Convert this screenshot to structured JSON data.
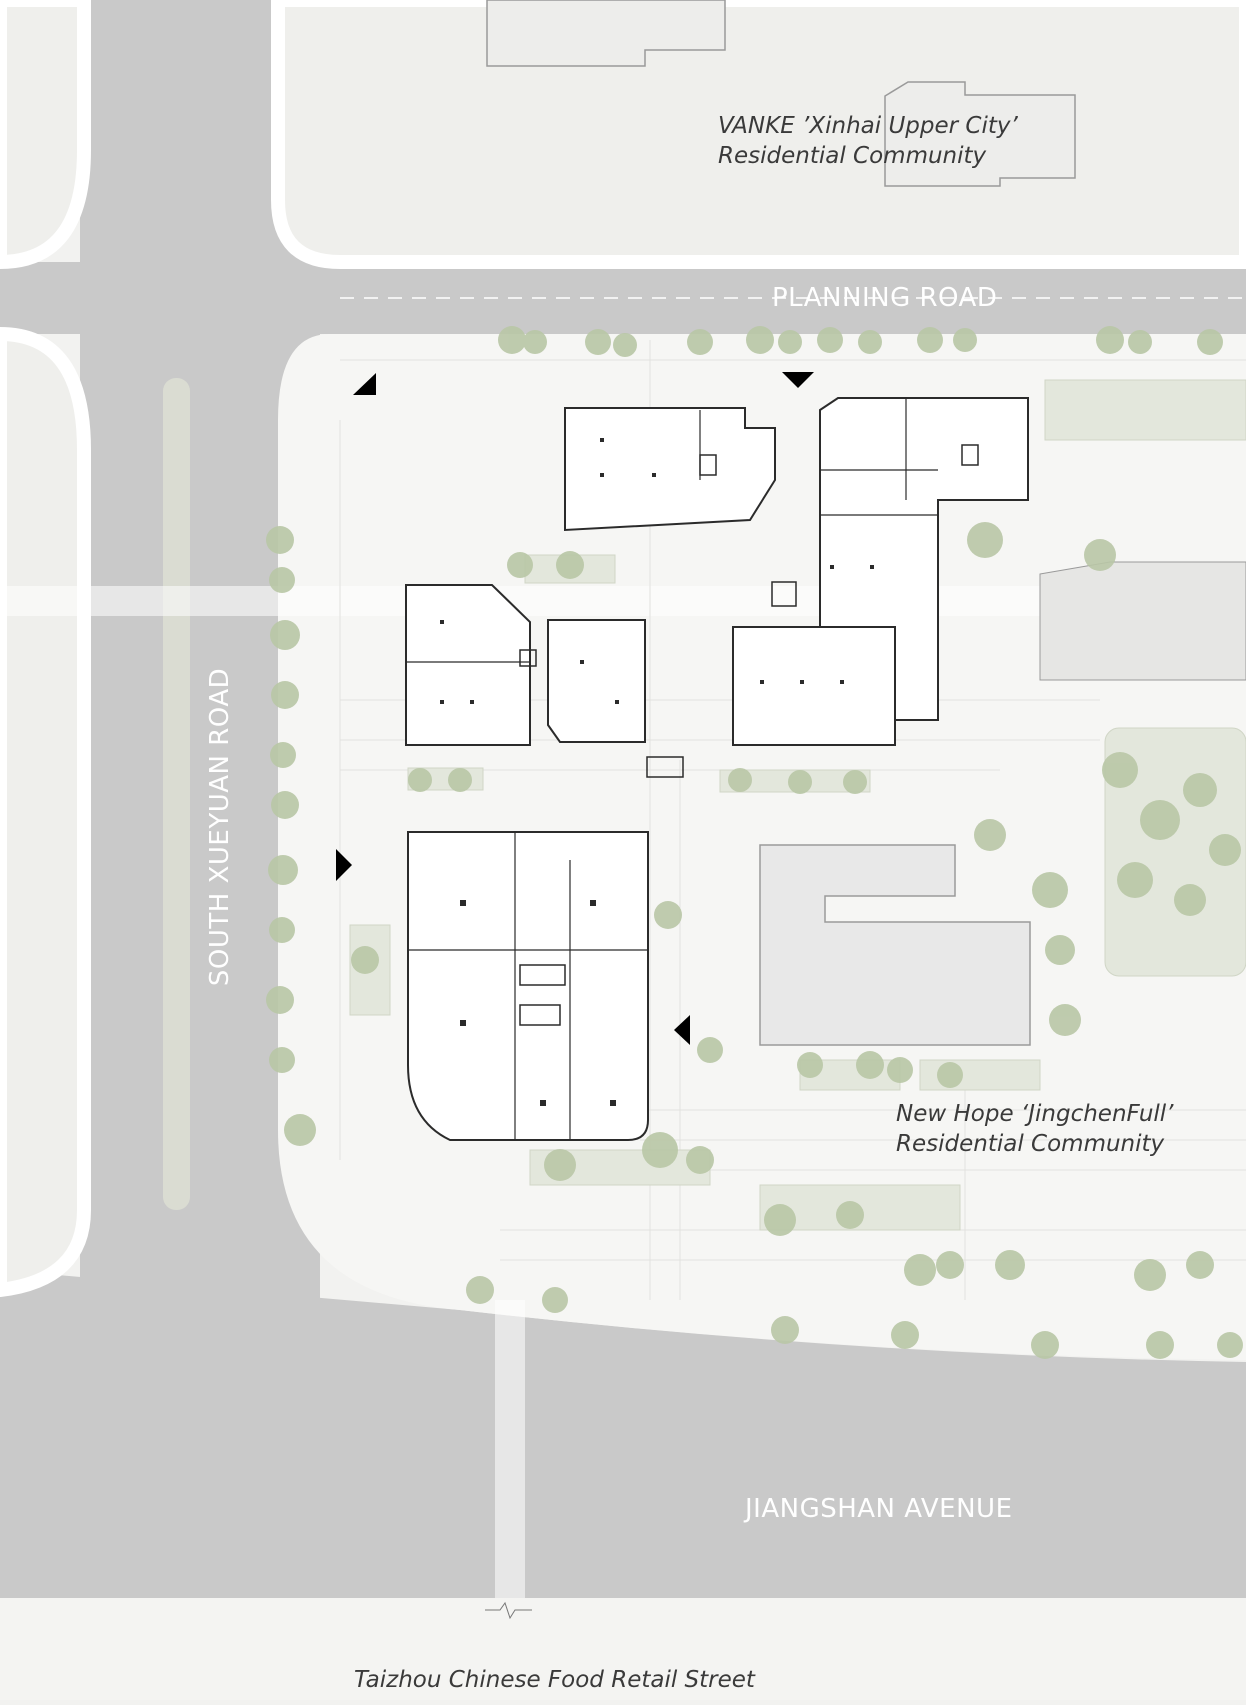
{
  "roads": {
    "planning_road": "PLANNING ROAD",
    "south_xueyuan_road": "SOUTH XUEYUAN ROAD",
    "jiangshan_avenue": "JIANGSHAN AVENUE"
  },
  "places": {
    "vanke": {
      "line1": "VANKE ’Xinhai Upper City’",
      "line2": "Residential Community"
    },
    "new_hope": {
      "line1": "New Hope ‘JingchenFull’",
      "line2": "Residential Community"
    },
    "taizhou": "Taizhou Chinese Food Retail Street"
  },
  "colors": {
    "road": "#c9c9c9",
    "sidewalk": "#f6f6f4",
    "parcel": "#efefec",
    "building_outline": "#2b2b2b",
    "neighbor_building": "#e8e8e8",
    "tree": "#b9c7a6",
    "entrance_marker": "#000000",
    "road_label": "#ffffff",
    "place_label": "#3a3a3a"
  },
  "icons": {
    "entrance": "entrance-triangle-icon",
    "tree": "tree-canopy-icon"
  }
}
